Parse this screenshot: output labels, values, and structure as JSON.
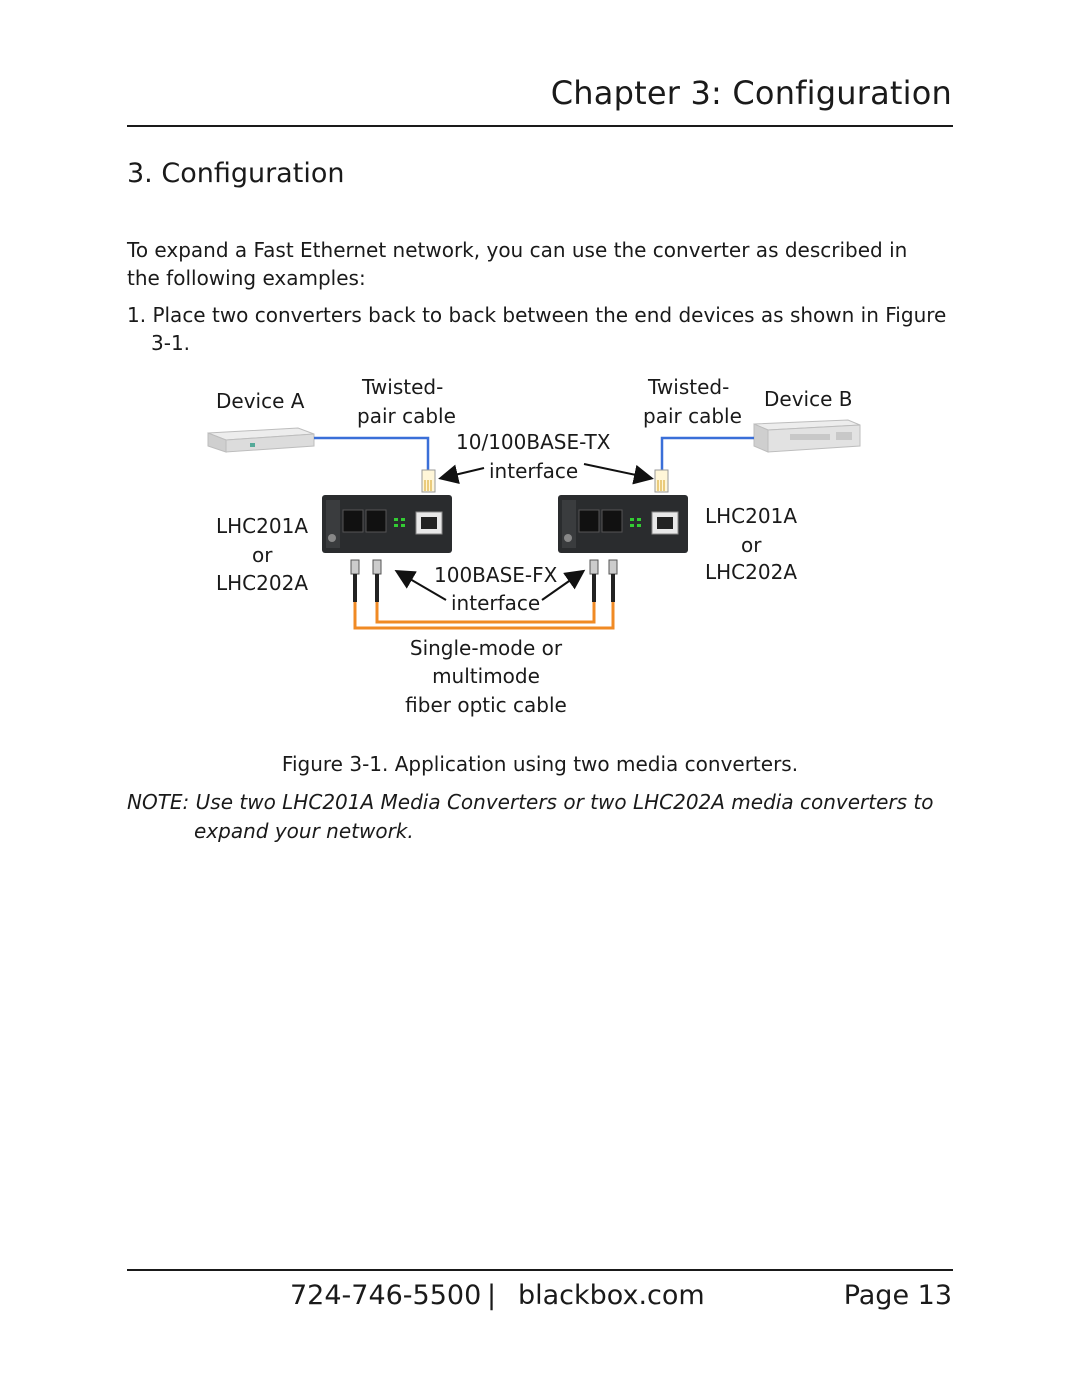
{
  "header": {
    "chapter_title": "Chapter 3: Configuration"
  },
  "section": {
    "heading": "3. Configuration"
  },
  "body": {
    "intro": "To expand a Fast Ethernet network, you can use the converter as described in the following examples:",
    "item_1": "1. Place two converters back to back between the end devices as shown in Figure 3-1."
  },
  "figure": {
    "device_a": "Device A",
    "device_b": "Device B",
    "tp_cable_left_1": "Twisted-",
    "tp_cable_left_2": "pair cable",
    "tp_cable_right_1": "Twisted-",
    "tp_cable_right_2": "pair cable",
    "tx_interface_1": "10/100BASE-TX",
    "tx_interface_2": "interface",
    "left_model_1": "LHC201A",
    "left_model_or": "or",
    "left_model_2": "LHC202A",
    "right_model_1": "LHC201A",
    "right_model_or": "or",
    "right_model_2": "LHC202A",
    "fx_interface_1": "100BASE-FX",
    "fx_interface_2": "interface",
    "fiber_1": "Single-mode or",
    "fiber_2": "multimode",
    "fiber_3": "fiber optic cable",
    "colors": {
      "copper_cable": "#3a6fd8",
      "fiber_cable": "#f08a24",
      "converter_body": "#2a2c2e"
    }
  },
  "caption": "Figure 3-1. Application using two media converters.",
  "note": "NOTE: Use two LHC201A Media Converters or two LHC202A media converters to expand your network.",
  "footer": {
    "phone": "724-746-5500",
    "separator": "|",
    "website": "blackbox.com",
    "page": "Page 13"
  }
}
